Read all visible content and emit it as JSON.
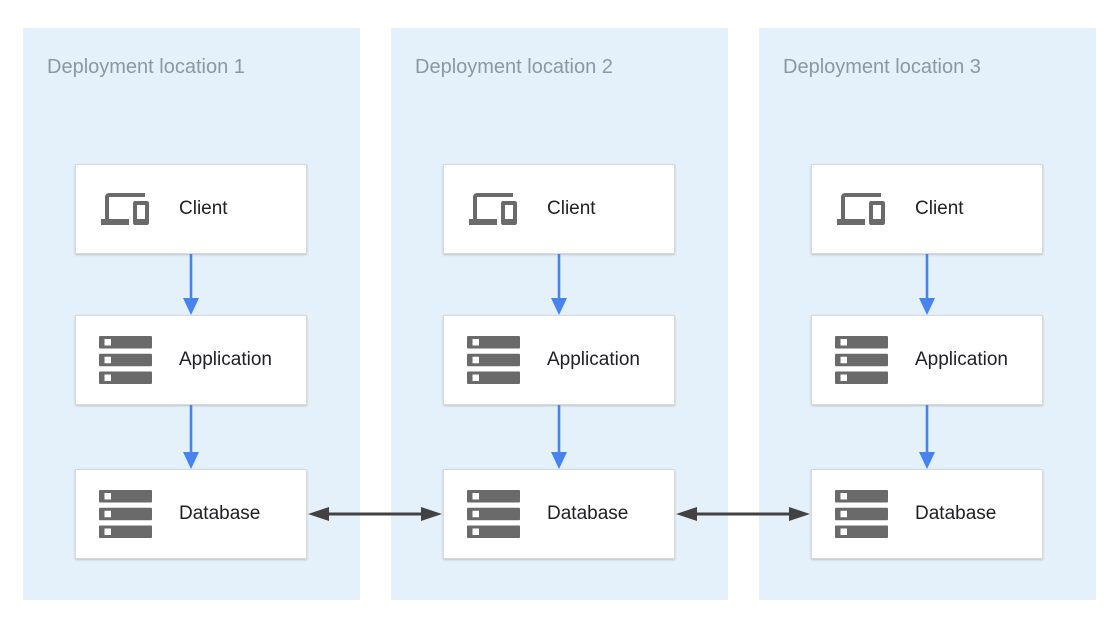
{
  "diagram": {
    "panels": [
      {
        "title": "Deployment location 1",
        "nodes": [
          {
            "label": "Client",
            "icon": "devices-icon"
          },
          {
            "label": "Application",
            "icon": "server-stack-icon"
          },
          {
            "label": "Database",
            "icon": "server-stack-icon"
          }
        ]
      },
      {
        "title": "Deployment location 2",
        "nodes": [
          {
            "label": "Client",
            "icon": "devices-icon"
          },
          {
            "label": "Application",
            "icon": "server-stack-icon"
          },
          {
            "label": "Database",
            "icon": "server-stack-icon"
          }
        ]
      },
      {
        "title": "Deployment location 3",
        "nodes": [
          {
            "label": "Client",
            "icon": "devices-icon"
          },
          {
            "label": "Application",
            "icon": "server-stack-icon"
          },
          {
            "label": "Database",
            "icon": "server-stack-icon"
          }
        ]
      }
    ],
    "edges": {
      "within_each_panel": [
        {
          "from": "Client",
          "to": "Application",
          "bidirectional": false
        },
        {
          "from": "Application",
          "to": "Database",
          "bidirectional": false
        }
      ],
      "between_panels": [
        {
          "from": "Database (Deployment location 1)",
          "to": "Database (Deployment location 2)",
          "bidirectional": true
        },
        {
          "from": "Database (Deployment location 2)",
          "to": "Database (Deployment location 3)",
          "bidirectional": true
        }
      ]
    },
    "colors": {
      "panel_background": "#E4F0FA",
      "node_background": "#FFFFFF",
      "node_border": "#D7DADC",
      "flow_arrow_blue": "#4683EC",
      "sync_arrow_dark": "#424242",
      "icon_gray": "#6A6A6A",
      "title_text": "#8F979E",
      "label_text": "#202124"
    }
  }
}
